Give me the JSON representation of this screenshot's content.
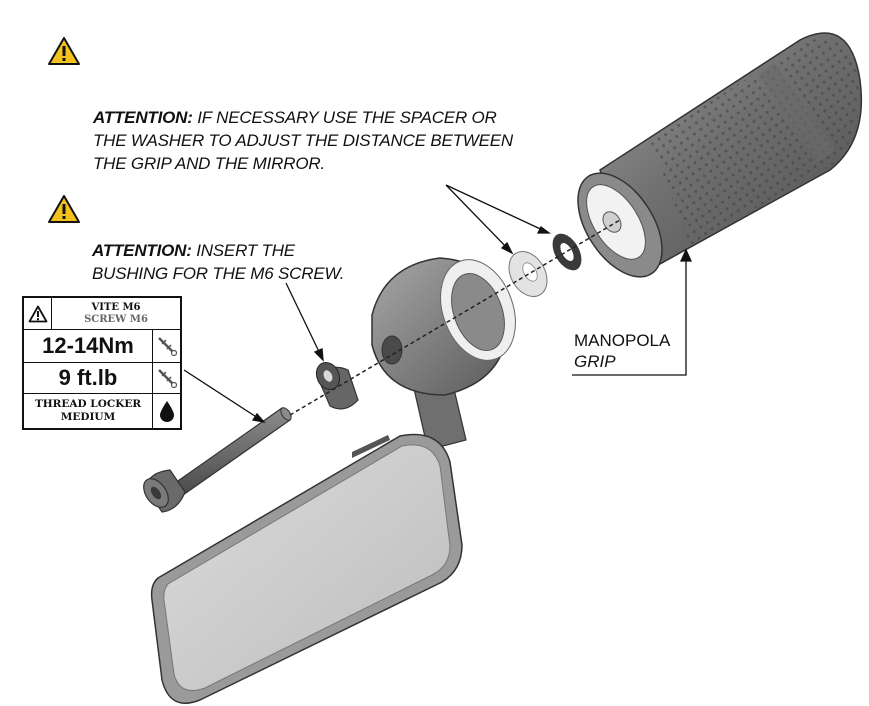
{
  "warnings": {
    "spacer": {
      "prefix": "ATTENTION:",
      "lines": [
        " IF NECESSARY USE THE SPACER OR",
        "THE WASHER TO ADJUST THE DISTANCE BETWEEN",
        "THE GRIP AND THE MIRROR."
      ]
    },
    "bushing": {
      "prefix": "ATTENTION:",
      "lines": [
        " INSERT THE",
        "BUSHING FOR THE M6 SCREW."
      ]
    }
  },
  "grip_label": {
    "line1": "MANOPOLA",
    "line2": "GRIP"
  },
  "spec_table": {
    "title_it": "VITE M6",
    "title_en": "SCREW M6",
    "torque_nm": "12-14Nm",
    "torque_ftlb": "9 ft.lb",
    "locker_line1": "THREAD LOCKER",
    "locker_line2": "MEDIUM"
  },
  "icons": [
    "warning-triangle-icon",
    "wrench-icon",
    "drop-icon"
  ],
  "colors": {
    "warning_yellow": "#f4c21c",
    "line": "#111111",
    "part_gray": "#7b7b7b"
  }
}
